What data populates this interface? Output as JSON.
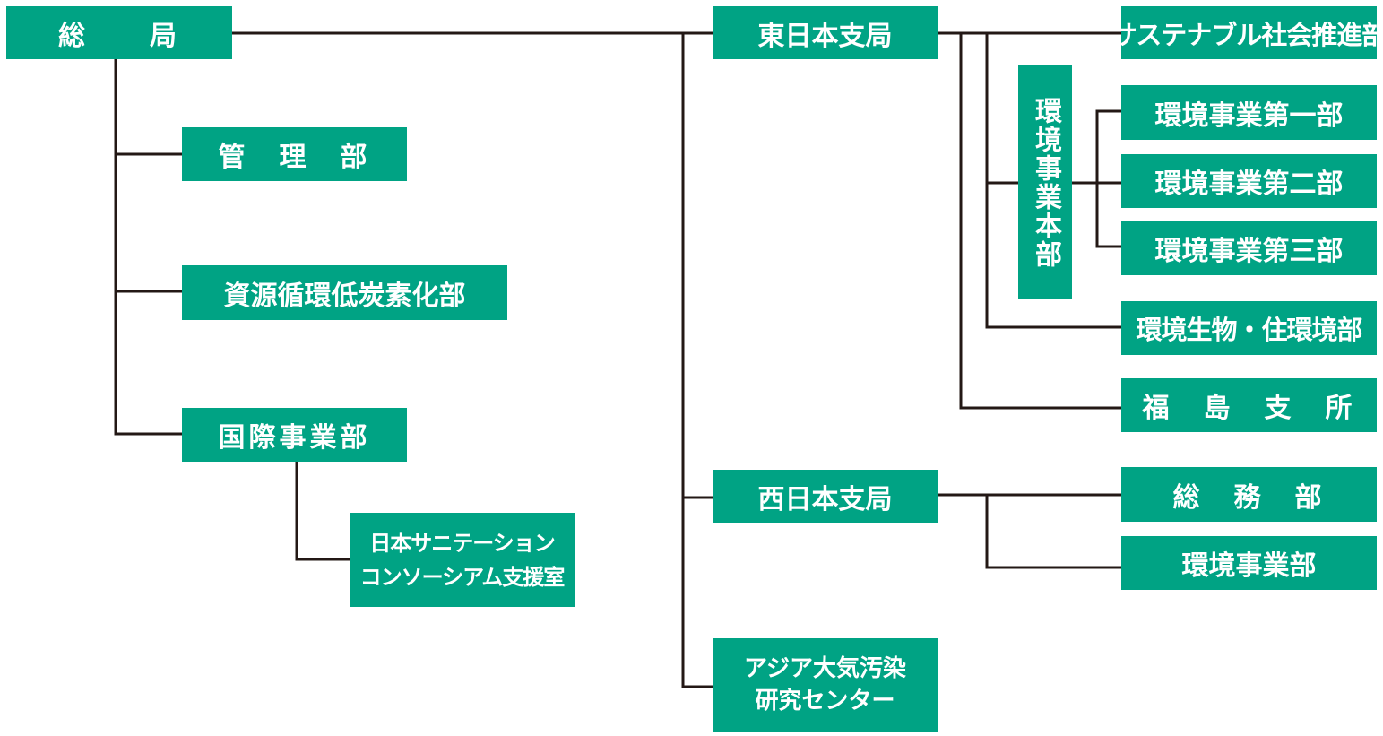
{
  "org": {
    "somu": "総　　局",
    "kanri": "管　理　部",
    "shigen": "資源循環低炭素化部",
    "kokusai": "国際事業部",
    "sanitation_line1": "日本サニテーション",
    "sanitation_line2": "コンソーシアム支援室",
    "east": "東日本支局",
    "sustainable": "サステナブル社会推進部",
    "env_hq": "環境事業本部",
    "env1": "環境事業第一部",
    "env2": "環境事業第二部",
    "env3": "環境事業第三部",
    "bio": "環境生物・住環境部",
    "fukushima": "福　島　支　所",
    "west": "西日本支局",
    "west_general": "総　務　部",
    "west_env": "環境事業部",
    "asia_line1": "アジア大気汚染",
    "asia_line2": "研究センター"
  },
  "colors": {
    "box": "#00a384",
    "text": "#ffffff",
    "line": "#231815"
  }
}
